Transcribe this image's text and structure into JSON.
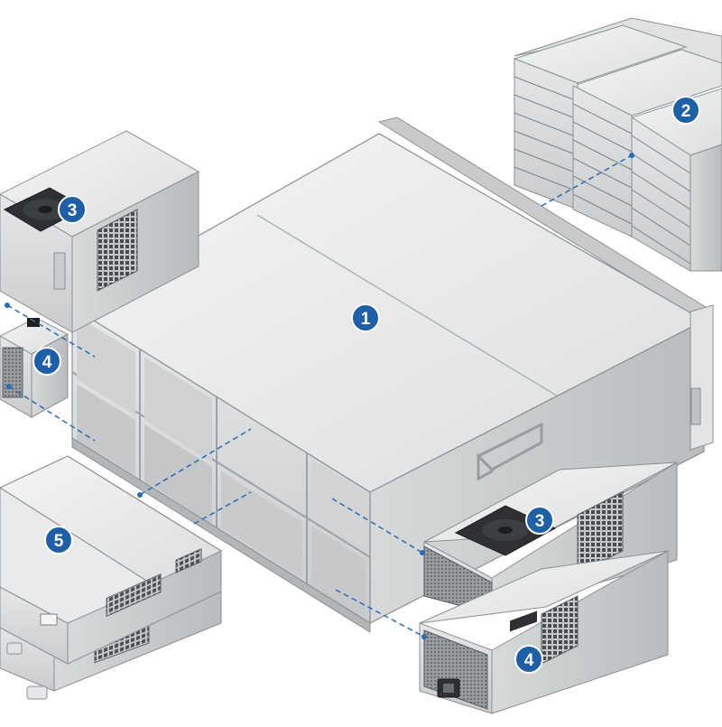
{
  "diagram": {
    "callouts": {
      "chassis": "1",
      "disk_modules": "2",
      "fan_module_left": "3",
      "fan_module_right": "3",
      "psu_left": "4",
      "psu_right": "4",
      "controller_modules": "5"
    },
    "colors": {
      "callout_fill": "#1f5fa6",
      "callout_text": "#ffffff",
      "leader_line": "#2a6bb5",
      "metal_light": "#eceded",
      "metal_mid": "#d6d8d9",
      "metal_dark": "#b4b7b9",
      "edge": "#8c9093"
    },
    "icons": [
      "disk-icon",
      "fan-icon",
      "power-socket-icon",
      "handle-icon"
    ]
  }
}
